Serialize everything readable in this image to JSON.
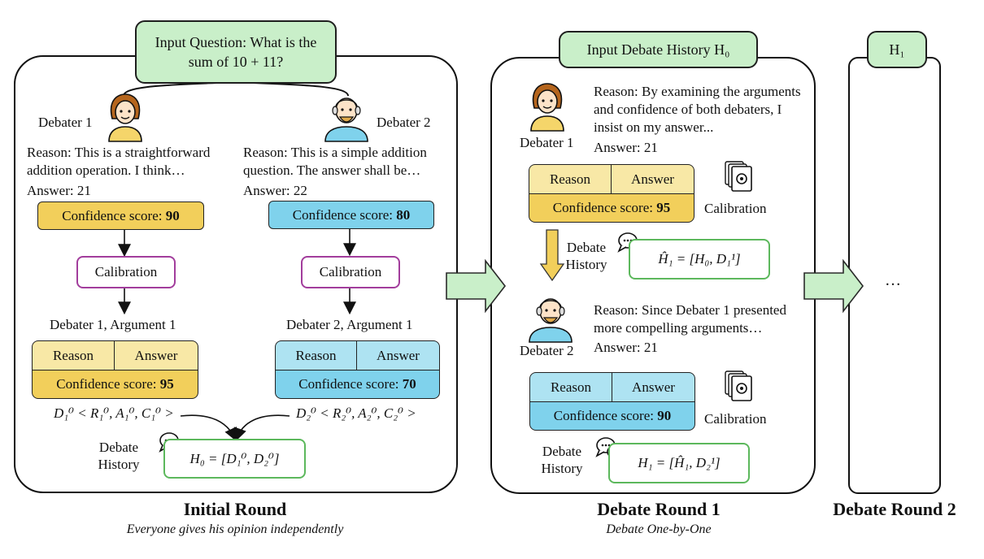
{
  "initial": {
    "question": "Input Question: What is the sum of 10 + 11?",
    "debater1_label": "Debater 1",
    "debater2_label": "Debater 2",
    "d1_reason": "Reason: This is a straightforward addition operation. I think…",
    "d1_answer": "Answer: 21",
    "d2_reason": "Reason: This is a simple addition question. The answer shall be…",
    "d2_answer": "Answer: 22",
    "d1_conf_label": "Confidence score:",
    "d1_conf_value": "90",
    "d2_conf_label": "Confidence score:",
    "d2_conf_value": "80",
    "calibration": "Calibration",
    "d1_argument": "Debater 1, Argument 1",
    "d2_argument": "Debater 2, Argument 1",
    "reason": "Reason",
    "answer": "Answer",
    "d1_cal_conf_value": "95",
    "d2_cal_conf_value": "70",
    "d1_formula": "D₁⁰ < R₁⁰, A₁⁰, C₁⁰ >",
    "d2_formula": "D₂⁰ < R₂⁰, A₂⁰, C₂⁰ >",
    "history_label": "Debate History",
    "history_formula": "H₀ = [D₁⁰, D₂⁰]",
    "title": "Initial Round",
    "subtitle": "Everyone gives his opinion independently"
  },
  "round1": {
    "input": "Input Debate History H₀",
    "d1_reason": "Reason: By examining the arguments and confidence of both debaters, I insist on my answer...",
    "d1_answer": "Answer: 21",
    "debater1_label": "Debater 1",
    "reason": "Reason",
    "answer": "Answer",
    "conf_label": "Confidence score:",
    "d1_conf_value": "95",
    "calibration_1": "Calibration",
    "history_label_1": "Debate History",
    "history_formula_1": "Ĥ₁ = [H₀, D₁¹]",
    "d2_reason": "Reason: Since Debater 1 presented more compelling arguments…",
    "d2_answer": "Answer: 21",
    "debater2_label": "Debater 2",
    "d2_conf_value": "90",
    "calibration_2": "Calibration",
    "history_label_2": "Debate History",
    "history_formula_2": "H₁ = [Ĥ₁, D₂¹]",
    "title": "Debate Round 1",
    "subtitle": "Debate One-by-One"
  },
  "round2": {
    "input": "H₁",
    "ellipsis": "…",
    "title": "Debate Round 2"
  },
  "colors": {
    "green_fill": "#c9efc9",
    "yellow_light": "#f8e8a6",
    "yellow_dark": "#f2cf5b",
    "blue_light": "#aee3f2",
    "blue_dark": "#7fd2ec",
    "calibration_border": "#a23d9c",
    "history_border": "#5cb85c"
  }
}
